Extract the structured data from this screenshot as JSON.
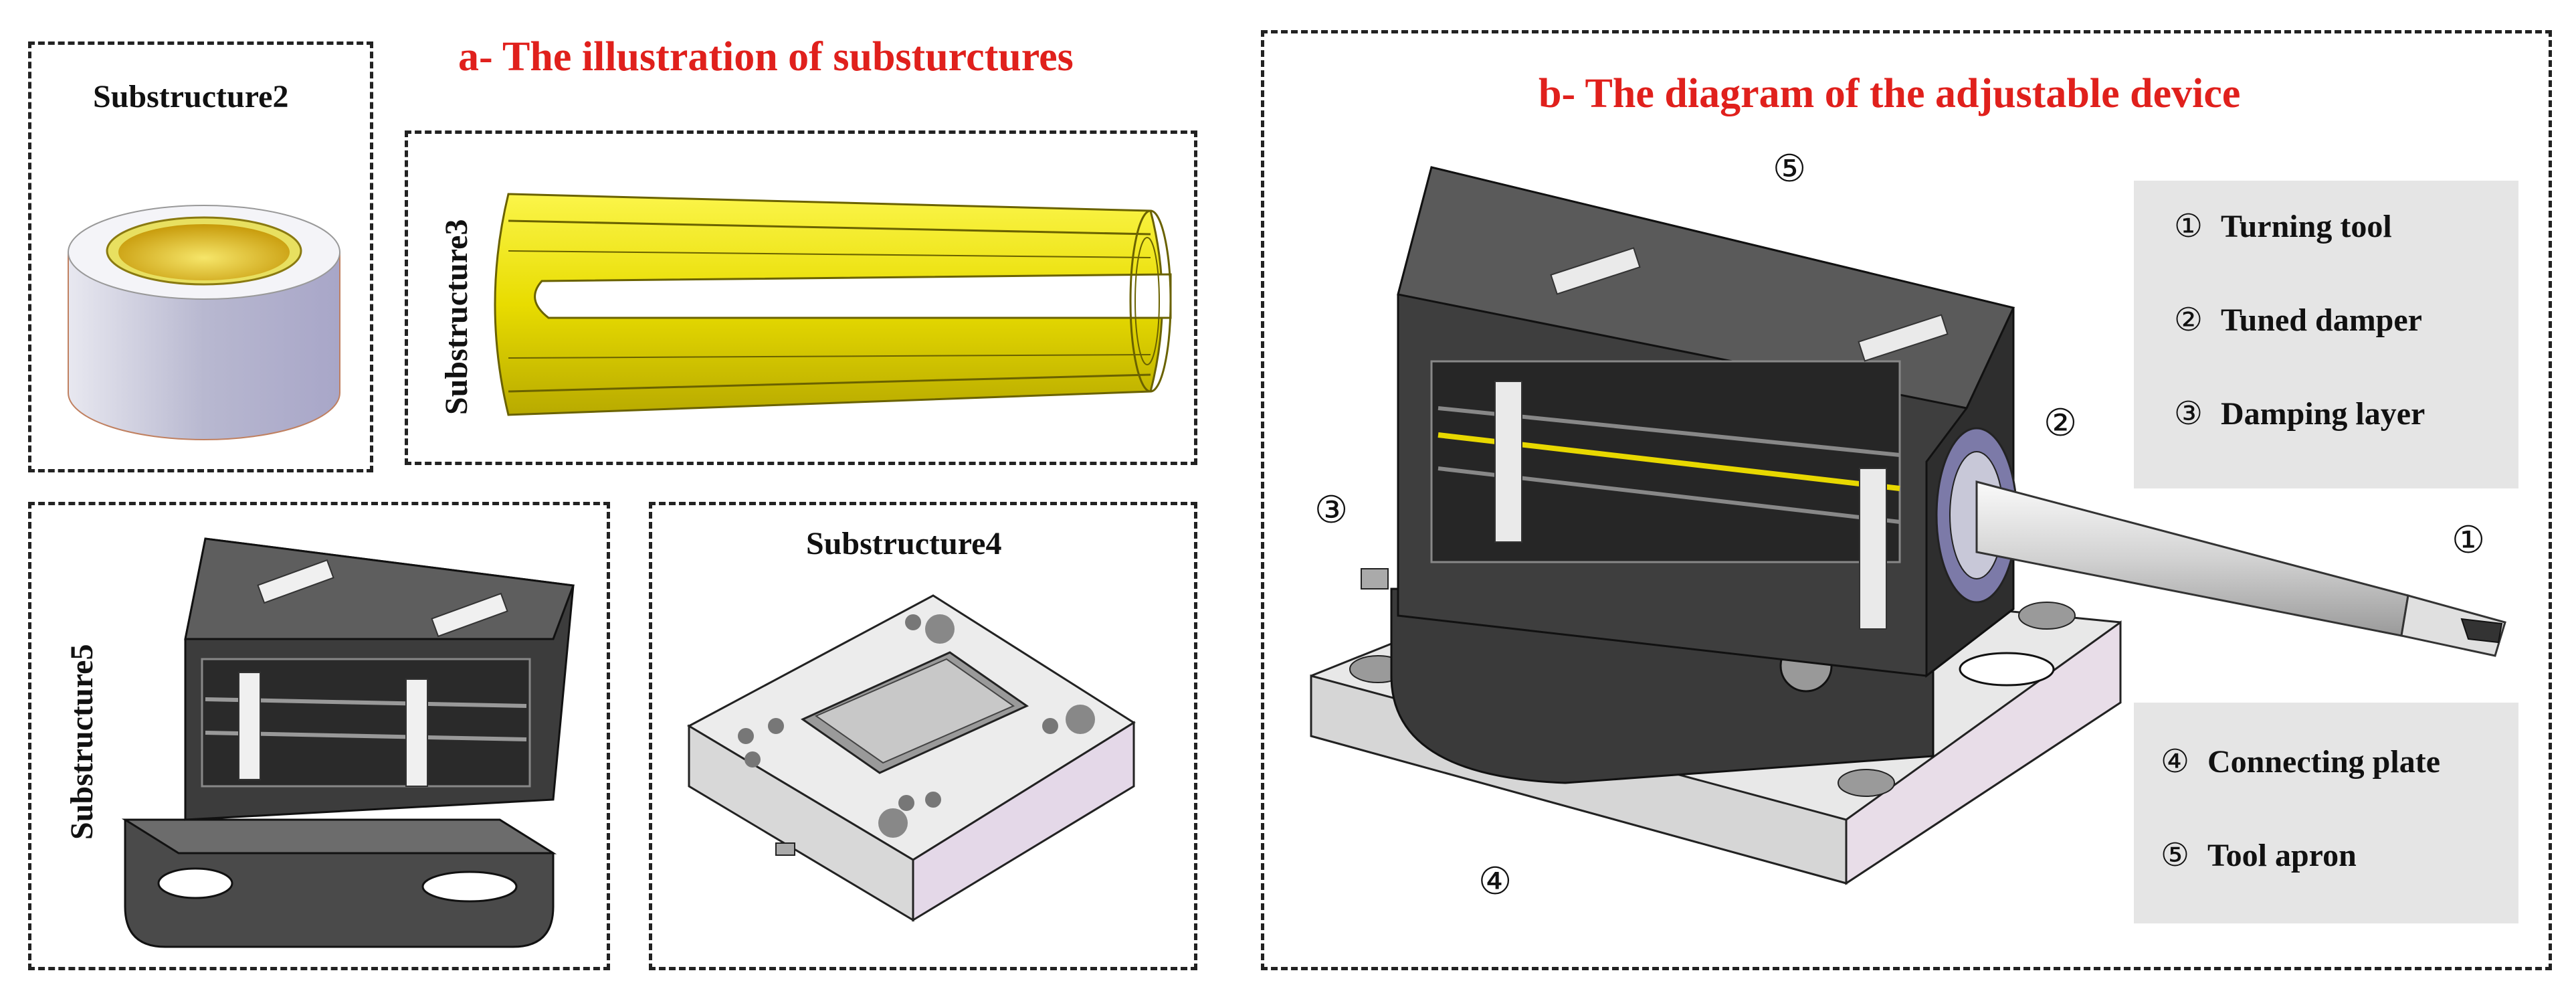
{
  "panel_a": {
    "title": "a- The illustration of  substurctures",
    "substructure2": "Substructure2",
    "substructure3": "Substructure3",
    "substructure4": "Substructure4",
    "substructure5": "Substructure5"
  },
  "panel_b": {
    "title": "b- The diagram of the adjustable device",
    "callouts": [
      "①",
      "②",
      "③",
      "④",
      "⑤"
    ],
    "legend_top": [
      {
        "num": "①",
        "label": "Turning tool"
      },
      {
        "num": "②",
        "label": "Tuned damper"
      },
      {
        "num": "③",
        "label": "Damping layer"
      }
    ],
    "legend_bottom": [
      {
        "num": "④",
        "label": "Connecting plate"
      },
      {
        "num": "⑤",
        "label": "Tool apron"
      }
    ]
  },
  "colors": {
    "title_red": "#e0201c",
    "yellow_part": "#f2e600",
    "dark_metal": "#3c3c3c",
    "light_plate": "#e3e3e3",
    "legend_bg": "#e5e5e5"
  }
}
